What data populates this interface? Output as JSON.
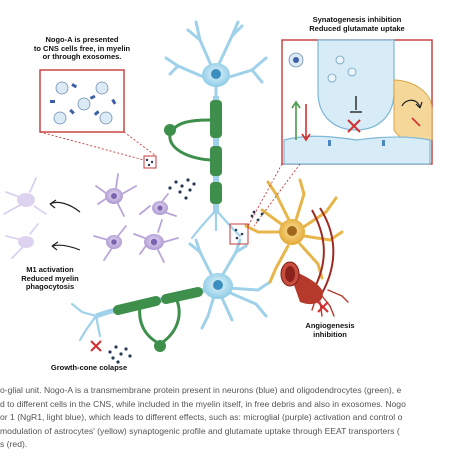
{
  "labels": {
    "nogo_presented": "Nogo-A is presented\nto CNS cells free, in myelin\nor through exosomes.",
    "synaptogenesis": "Synatogenesis inhibition\nReduced glutamate uptake",
    "m1_activation": "M1 activation\nReduced myelin\nphagocytosis",
    "angiogenesis": "Angiogenesis\ninhibition",
    "growth_cone": "Growth-cone colapse"
  },
  "caption": {
    "line1": "o-glial unit. Nogo-A is a transmembrane protein present in neurons (blue) and oligodendrocytes (green), e",
    "line2": "d to different cells in the CNS, while included in the myelin itself, in free debris and also in exosomes. Nogo",
    "line3": "or 1 (NgR1, light blue), which leads to different effects, such as: microglial (purple) activation and control o",
    "line4": " modulation of astrocytes' (yellow) synaptogenic profile and glutamate uptake through EEAT transporters (",
    "line5": "s (red)."
  },
  "colors": {
    "neuron": "#9fd2ea",
    "neuron_dark": "#4a9cc4",
    "oligodendrocyte": "#3f8f4c",
    "microglia": "#b9a6d8",
    "astrocyte": "#e8b54a",
    "vessel": "#b53a2c",
    "callout": "#c63a3a",
    "inhibit": "#d23030"
  }
}
